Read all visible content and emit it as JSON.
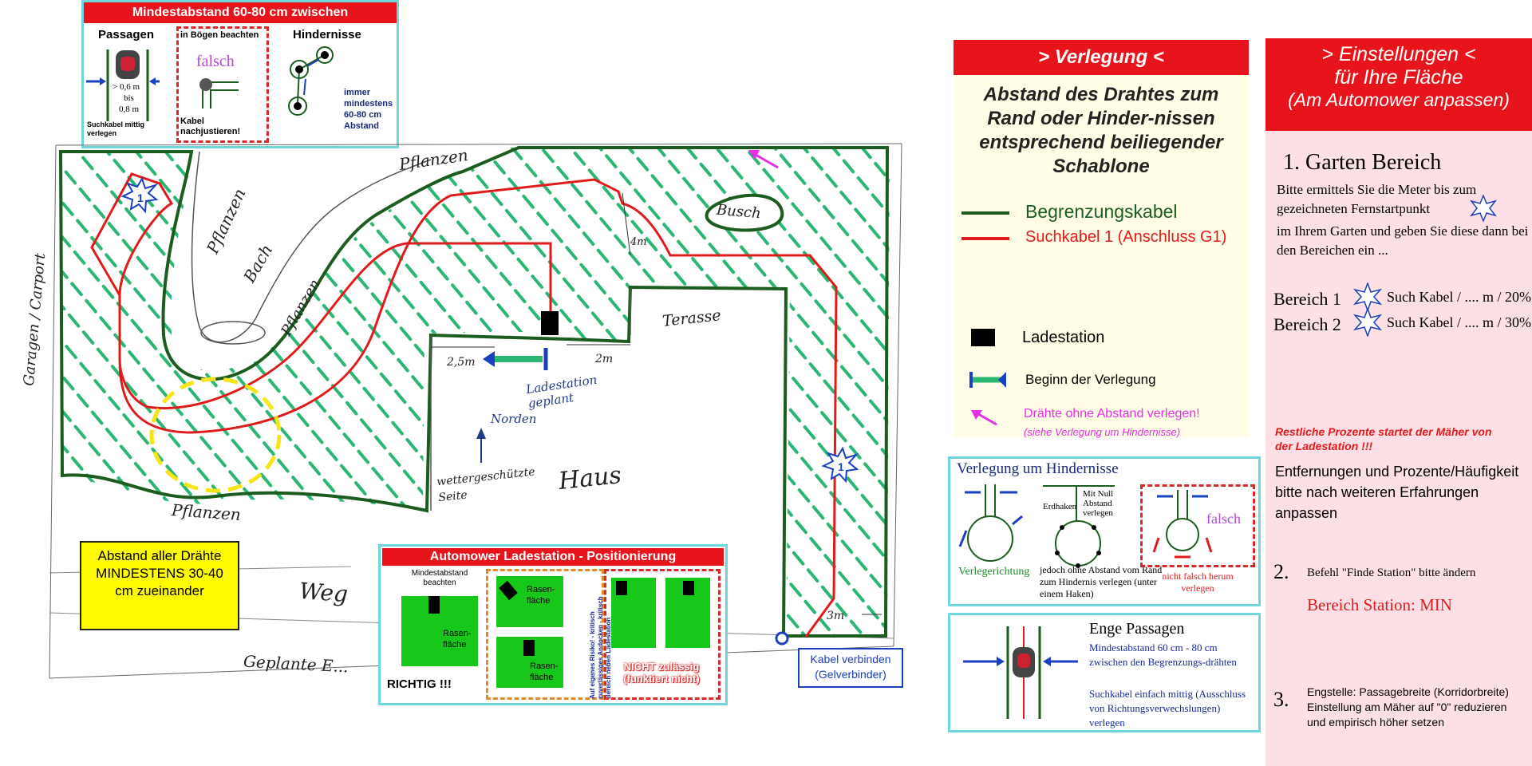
{
  "tip_top": {
    "title": "Mindestabstand 60-80 cm zwischen Begrenzungsdrähten",
    "passagen": "Passagen",
    "dist1": "> 0,6 m",
    "bis": "bis",
    "dist2": "0,8 m",
    "suchkabel": "Suchkabel mittig verlegen",
    "boegen": "in Bögen beachten",
    "falsch": "falsch",
    "nachjustieren": "Kabel nachjustieren!",
    "hindernisse": "Hindernisse",
    "immer": "immer mindestens 60-80 cm Abstand"
  },
  "plan": {
    "pflanzen_top": "Pflanzen",
    "pflanzen_left": "Pflanzen",
    "bach": "Bach",
    "pflanzen_mid": "Pflanzen",
    "busch": "Busch",
    "terasse": "Terasse",
    "dist_4m": "4m",
    "dist_25m": "2,5m",
    "dist_2m": "2m",
    "dist_3m": "3m",
    "ladestation_plan": "Ladestation geplant",
    "norden": "Norden",
    "wetter": "wettergeschützte Seite",
    "haus": "Haus",
    "pflanzen_bottom": "Pflanzen",
    "weg": "Weg",
    "geplante": "Geplante E...",
    "garage": "Garagen / Carport",
    "star_label": "1",
    "abstand_note": "Abstand aller Drähte MINDESTENS 30-40 cm zueinander",
    "kabel_verbinden": "Kabel verbinden (Gelverbinder)"
  },
  "ladestation_box": {
    "title": "Automower Ladestation - Positionierung",
    "mindest": "Mindestabstand beachten",
    "rasen": "Rasen-fläche",
    "richtig": "RICHTIG !!!",
    "risiko": "Auf eigenes Risiko! - kritisch zuverlässiges Andocken - kritisch Bereich neben Ladestation",
    "nicht": "NICHT zulässig (funktiert nicht)"
  },
  "verlegung": {
    "header": "> Verlegung <",
    "abstand_text": "Abstand des Drahtes zum Rand oder Hinder-nissen entsprechend beiliegender Schablone",
    "legend": [
      {
        "label": "Begrenzungskabel",
        "color": "#1d5c1f"
      },
      {
        "label": "Suchkabel 1 (Anschluss G1)",
        "color": "#e11b1b"
      },
      {
        "label": "Ladestation",
        "color": "#000000"
      },
      {
        "label": "Beginn der Verlegung",
        "color": "#1a3fbf"
      },
      {
        "label": "Drähte ohne Abstand verlegen!",
        "color": "#e62ee6"
      }
    ],
    "legend_sub": "(siehe Verlegung um Hindernisse)"
  },
  "hindernisse_box": {
    "title": "Verlegung um Hindernisse",
    "verlegerichtung": "Verlegerichtung",
    "erdhaken": "Erdhaken",
    "mit_null": "Mit Null Abstand verlegen",
    "jedoch": "jedoch ohne Abstand vom Rand zum Hindernis verlegen (unter einem Haken)",
    "falsch": "falsch",
    "nicht_falsch": "nicht falsch herum verlegen"
  },
  "enge_box": {
    "title": "Enge Passagen",
    "text1": "Mindestabstand 60 cm - 80 cm zwischen den Begrenzungs-drähten",
    "text2": "Suchkabel einfach mittig (Ausschluss von Richtungsverwechslungen) verlegen"
  },
  "einstellungen": {
    "header_line1": "> Einstellungen <",
    "header_line2": "für Ihre Fläche",
    "header_line3": "(Am Automower anpassen)",
    "s1_title": "1. Garten Bereich",
    "s1_text_a": "Bitte ermittels Sie die Meter bis zum gezeichneten Fernstartpunkt",
    "s1_text_b": "im Ihrem Garten und geben Sie diese dann bei den Bereichen ein ...",
    "bereich1_label": "Bereich 1",
    "bereich1_value": "Such Kabel / .... m / 20%",
    "bereich2_label": "Bereich 2",
    "bereich2_value": "Such Kabel / .... m / 30%",
    "restliche": "Restliche Prozente startet der Mäher von der Ladestation !!!",
    "entfernungen": "Entfernungen und Prozente/Häufigkeit bitte nach weiteren Erfahrungen anpassen",
    "s2_num": "2.",
    "s2_text": "Befehl \"Finde Station\" bitte ändern",
    "s2_value": "Bereich Station: MIN",
    "s3_num": "3.",
    "s3_text": "Engstelle: Passagebreite (Korridorbreite) Einstellung am Mäher auf \"0\" reduzieren und empirisch höher setzen"
  }
}
